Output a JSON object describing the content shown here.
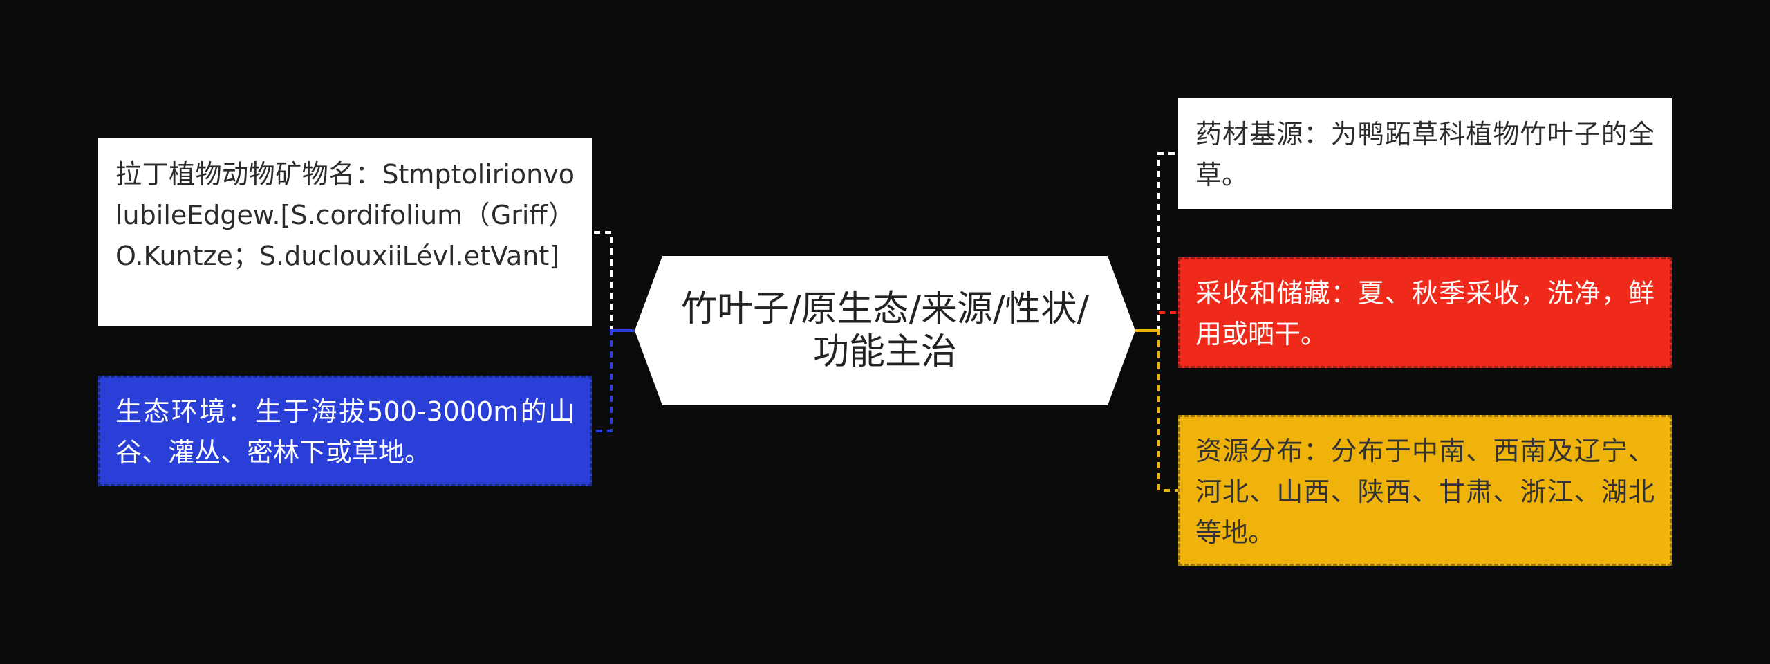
{
  "colors": {
    "background": "#0b0b0b",
    "center_fill": "#ffffff",
    "latin_fill": "#ffffff",
    "habitat_fill": "#2a3fd8",
    "source_fill": "#ffffff",
    "harvest_fill": "#ef2a1a",
    "distribution_fill": "#f0b30c"
  },
  "center": {
    "title": "竹叶子/原生态/来源/性状/功能主治"
  },
  "branches": {
    "latin_name": "拉丁植物动物矿物名：StmptolirionvolubileEdgew.[S.cordifolium（Griff）O.Kuntze；S.duclouxiiLévl.etVant]",
    "habitat": "生态环境：生于海拔500-3000m的山谷、灌丛、密林下或草地。",
    "source": "药材基源：为鸭跖草科植物竹叶子的全草。",
    "harvest": "采收和储藏：夏、秋季采收，洗净，鲜用或晒干。",
    "distribution": "资源分布：分布于中南、西南及辽宁、河北、山西、陕西、甘肃、浙江、湖北等地。"
  }
}
